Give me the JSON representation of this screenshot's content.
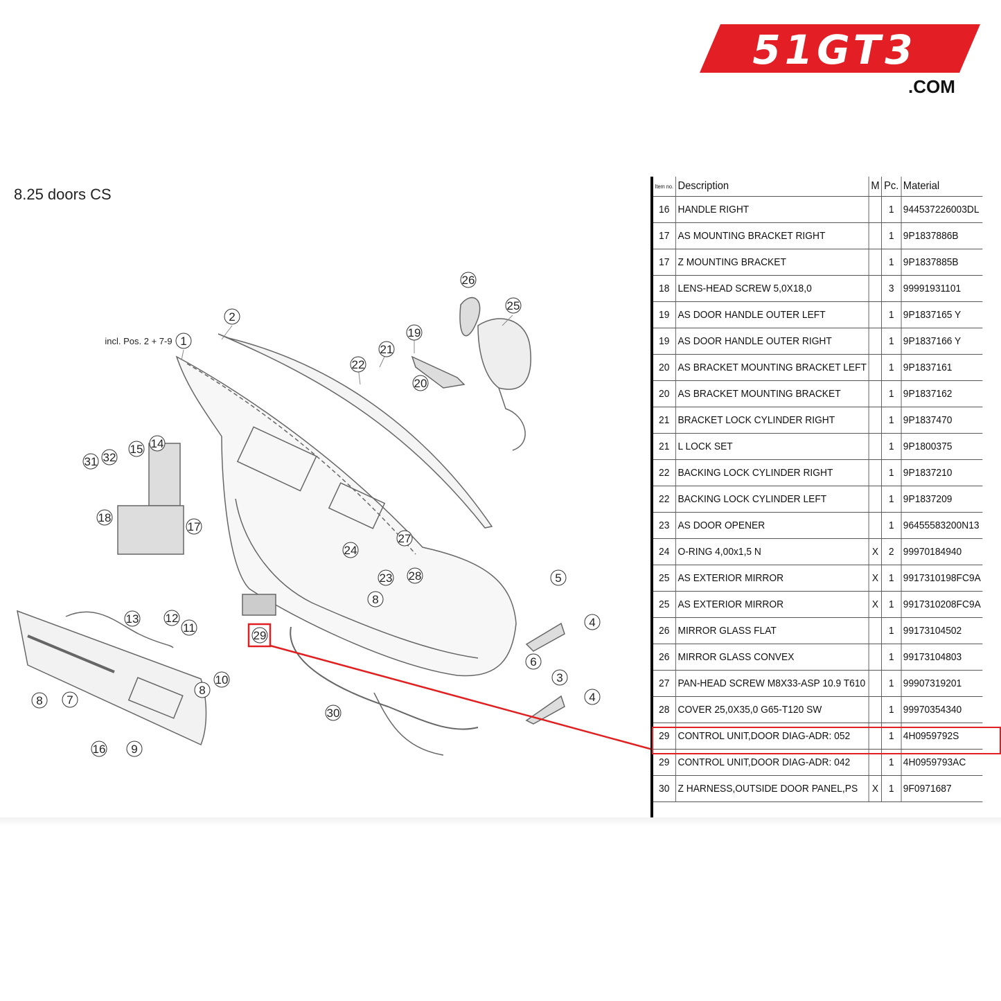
{
  "logo": {
    "text": "51GT3",
    "domain": ".COM",
    "color": "#e31e24"
  },
  "section_title": "8.25  doors CS",
  "diagram": {
    "note": "incl. Pos. 2 + 7-9",
    "callouts": [
      "1",
      "2",
      "3",
      "4",
      "4",
      "5",
      "6",
      "7",
      "8",
      "8",
      "8",
      "9",
      "10",
      "11",
      "12",
      "13",
      "14",
      "15",
      "16",
      "17",
      "18",
      "19",
      "20",
      "21",
      "22",
      "23",
      "24",
      "25",
      "26",
      "27",
      "28",
      "29",
      "30",
      "31",
      "32"
    ],
    "highlight_color": "#e02020",
    "highlighted_callout": "29"
  },
  "table": {
    "headers": {
      "item": "Item no.",
      "description": "Description",
      "m": "M",
      "pc": "Pc.",
      "material": "Material"
    },
    "rows": [
      {
        "item": "16",
        "description": "HANDLE RIGHT",
        "m": "",
        "pc": "1",
        "material": "944537226003DL"
      },
      {
        "item": "17",
        "description": "AS MOUNTING BRACKET RIGHT",
        "m": "",
        "pc": "1",
        "material": "9P1837886B"
      },
      {
        "item": "17",
        "description": "Z MOUNTING BRACKET",
        "m": "",
        "pc": "1",
        "material": "9P1837885B"
      },
      {
        "item": "18",
        "description": "LENS-HEAD SCREW 5,0X18,0",
        "m": "",
        "pc": "3",
        "material": "99991931101"
      },
      {
        "item": "19",
        "description": "AS DOOR HANDLE OUTER LEFT",
        "m": "",
        "pc": "1",
        "material": "9P1837165 Y"
      },
      {
        "item": "19",
        "description": "AS DOOR HANDLE OUTER RIGHT",
        "m": "",
        "pc": "1",
        "material": "9P1837166 Y"
      },
      {
        "item": "20",
        "description": "AS BRACKET MOUNTING BRACKET LEFT",
        "m": "",
        "pc": "1",
        "material": "9P1837161"
      },
      {
        "item": "20",
        "description": "AS BRACKET MOUNTING BRACKET",
        "m": "",
        "pc": "1",
        "material": "9P1837162"
      },
      {
        "item": "21",
        "description": "BRACKET LOCK CYLINDER RIGHT",
        "m": "",
        "pc": "1",
        "material": "9P1837470"
      },
      {
        "item": "21",
        "description": "L LOCK SET",
        "m": "",
        "pc": "1",
        "material": "9P1800375"
      },
      {
        "item": "22",
        "description": "BACKING LOCK CYLINDER RIGHT",
        "m": "",
        "pc": "1",
        "material": "9P1837210"
      },
      {
        "item": "22",
        "description": "BACKING LOCK CYLINDER LEFT",
        "m": "",
        "pc": "1",
        "material": "9P1837209"
      },
      {
        "item": "23",
        "description": "AS DOOR OPENER",
        "m": "",
        "pc": "1",
        "material": "96455583200N13"
      },
      {
        "item": "24",
        "description": "O-RING 4,00x1,5 N",
        "m": "X",
        "pc": "2",
        "material": "99970184940"
      },
      {
        "item": "25",
        "description": "AS EXTERIOR MIRROR",
        "m": "X",
        "pc": "1",
        "material": "9917310198FC9A"
      },
      {
        "item": "25",
        "description": "AS EXTERIOR MIRROR",
        "m": "X",
        "pc": "1",
        "material": "9917310208FC9A"
      },
      {
        "item": "26",
        "description": "MIRROR GLASS FLAT",
        "m": "",
        "pc": "1",
        "material": "99173104502"
      },
      {
        "item": "26",
        "description": "MIRROR GLASS CONVEX",
        "m": "",
        "pc": "1",
        "material": "99173104803"
      },
      {
        "item": "27",
        "description": "PAN-HEAD SCREW M8X33-ASP 10.9 T610",
        "m": "",
        "pc": "1",
        "material": "99907319201"
      },
      {
        "item": "28",
        "description": "COVER 25,0X35,0 G65-T120 SW",
        "m": "",
        "pc": "1",
        "material": "99970354340"
      },
      {
        "item": "29",
        "description": "CONTROL UNIT,DOOR DIAG-ADR: 052",
        "m": "",
        "pc": "1",
        "material": "4H0959792S"
      },
      {
        "item": "29",
        "description": "CONTROL UNIT,DOOR DIAG-ADR: 042",
        "m": "",
        "pc": "1",
        "material": "4H0959793AC"
      },
      {
        "item": "30",
        "description": "Z HARNESS,OUTSIDE DOOR PANEL,PS",
        "m": "X",
        "pc": "1",
        "material": "9F0971687"
      }
    ],
    "highlighted_row": 20
  }
}
